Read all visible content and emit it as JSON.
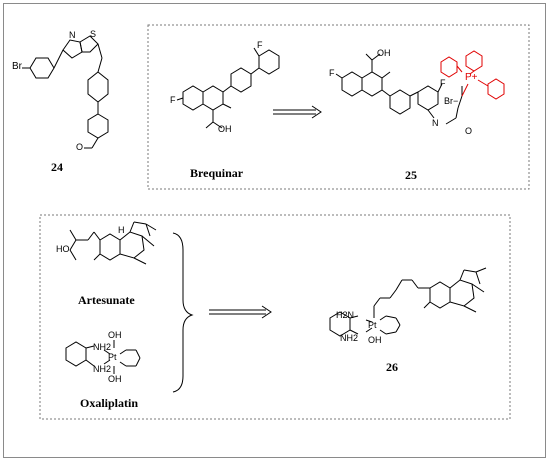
{
  "compounds": {
    "c24": {
      "number": "24"
    },
    "brequinar": {
      "name": "Brequinar"
    },
    "c25": {
      "number": "25"
    },
    "artesunate": {
      "name": "Artesunate"
    },
    "oxaliplatin": {
      "name": "Oxaliplatin"
    },
    "c26": {
      "number": "26"
    }
  },
  "atom_labels": {
    "br": "Br",
    "n": "N",
    "s": "S",
    "o": "O",
    "f": "F",
    "oh": "OH",
    "h": "H",
    "h2n": "H2N",
    "nh2": "NH2",
    "pt": "Pt",
    "p_plus": "P+",
    "br_minus": "Br−",
    "nh": "N",
    "o_carbonyl": "O",
    "ho": "HO"
  },
  "colors": {
    "frame": "#8a8a8a",
    "dashed_box": "#7a7a7a",
    "bond": "#000000",
    "tpp_red": "#e00000"
  }
}
